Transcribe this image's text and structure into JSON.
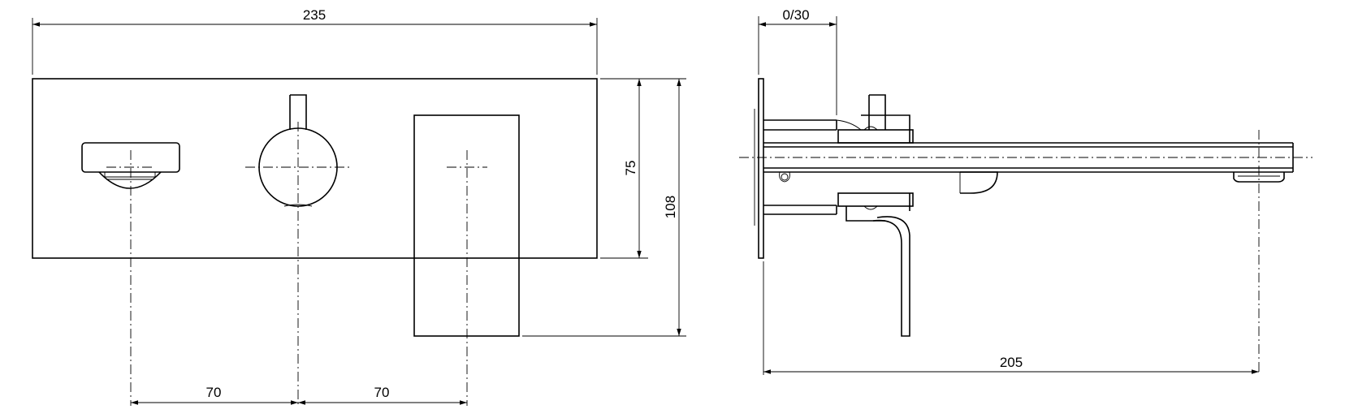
{
  "front_view": {
    "dims": {
      "overall_width": "235",
      "plate_height": "75",
      "total_height": "108",
      "spacing_left": "70",
      "spacing_right": "70"
    }
  },
  "side_view": {
    "dims": {
      "wall_adjust": "0/30",
      "spout_projection": "205"
    }
  }
}
